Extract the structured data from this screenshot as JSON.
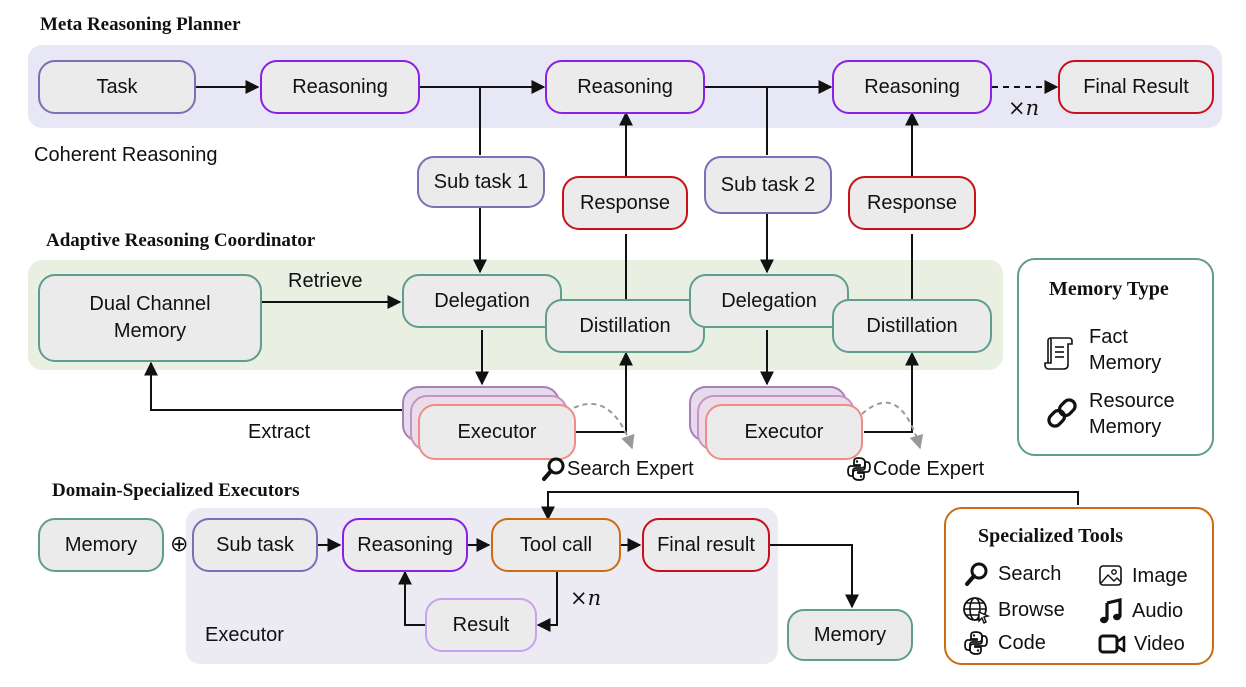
{
  "sections": {
    "meta_title": "Meta Reasoning Planner",
    "coherent_label": "Coherent Reasoning",
    "coordinator_title": "Adaptive Reasoning Coordinator",
    "executors_title": "Domain-Specialized Executors",
    "executor_label": "Executor"
  },
  "planner": {
    "task": "Task",
    "reasoning": "Reasoning",
    "final_result": "Final Result",
    "repeat": "×n"
  },
  "coordinator": {
    "subtask1": "Sub task 1",
    "subtask2": "Sub task 2",
    "response": "Response",
    "memory_line1": "Dual Channel",
    "memory_line2": "Memory",
    "retrieve": "Retrieve",
    "extract": "Extract",
    "delegation": "Delegation",
    "distillation": "Distillation",
    "executor": "Executor",
    "search_expert": "Search Expert",
    "code_expert": "Code Expert"
  },
  "memory_type": {
    "title": "Memory Type",
    "fact_line1": "Fact",
    "fact_line2": "Memory",
    "resource_line1": "Resource",
    "resource_line2": "Memory"
  },
  "executors": {
    "memory": "Memory",
    "plus": "⊕",
    "subtask": "Sub task",
    "reasoning": "Reasoning",
    "tool_call": "Tool call",
    "final_result": "Final result",
    "result": "Result",
    "repeat": "×n",
    "memory_out": "Memory"
  },
  "tools": {
    "title": "Specialized Tools",
    "search": "Search",
    "browse": "Browse",
    "code": "Code",
    "image": "Image",
    "audio": "Audio",
    "video": "Video"
  },
  "colors": {
    "planner_band": "#e8e7f5",
    "coordinator_band": "#e9f0e1",
    "executor_band": "#ecebf4",
    "teal": "#5f9d8c",
    "orange": "#cc6d12",
    "red": "#c8101b",
    "violet": "#8a1fe6"
  }
}
